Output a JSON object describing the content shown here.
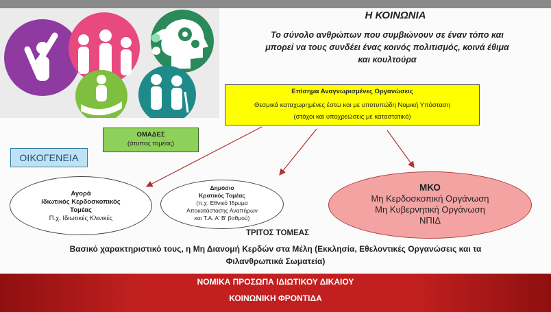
{
  "title": "Η ΚΟΙΝΩΝΙΑ",
  "subtitle_lines": [
    "Το σύνολο ανθρώπων που συμβιώνουν σε έναν τόπο και",
    "μπορεί να τους συνδέει ένας κοινός πολιτισμός, κοινά έθιμα",
    "και κουλτούρα"
  ],
  "recognized_orgs": {
    "title": "Επίσημα Αναγνωρισμένες Οργανώσεις",
    "line1": "Θεσμικά καταχωρημένες έστω και με υποτυπώδη Νομική Υπόσταση",
    "line2": "(στόχοι και υποχρεώσεις με καταστατικό)"
  },
  "groups": {
    "title": "ΟΜΑΔΕΣ",
    "subtitle": "(άτυπος τομέας)"
  },
  "family": "ΟΙΚΟΓΕΝΕΙΑ",
  "market": {
    "line1": "Αγορά",
    "line2": "Ιδιωτικός Κερδοσκοπικός",
    "line3": "Τομέας",
    "line4": "Π.χ. Ιδιωτικές Κλινικές"
  },
  "public": {
    "line1": "Δημόσιο",
    "line2": "Κρατικός Τομέας",
    "line3": "(π.χ. Εθνικό Ίδρυμα",
    "line4": "Αποκατάστασης Αναπήρων",
    "line5": "και Τ.Α. Α' Β' βαθμού)"
  },
  "mko": {
    "line1": "ΜΚΟ",
    "line2": "Μη Κερδοσκοπική Οργάνωση",
    "line3": "Μη Κυβερνητική Οργάνωση",
    "line4": "ΝΠΙΔ"
  },
  "third_sector": "ΤΡΙΤΟΣ ΤΟΜΕΑΣ",
  "basic_characteristic": {
    "line1": "Βασικό χαρακτηριστικό τους, η Μη Διανομή Κερδών στα Μέλη (Εκκλησία, Εθελοντικές Οργανώσεις και τα",
    "line2": "Φιλανθρωπικά Σωματεία)"
  },
  "banner": {
    "line1": "ΝΟΜΙΚΑ ΠΡΟΣΩΠΑ ΙΔΙΩΤΙΚΟΥ ΔΙΚΑΙΟΥ",
    "line2": "ΚΟΙΝΩΝΙΚΗ ΦΡΟΝΤΙΔΑ"
  },
  "colors": {
    "yellow_box": "#ffff00",
    "green_box": "#8dd05a",
    "family_box": "#bfe1f1",
    "mko_ellipse": "#f4a3a3",
    "banner": "#c22020",
    "arrow": "#b03030"
  },
  "illustration": {
    "icons": [
      "checkmark-person-icon",
      "family-icon",
      "head-gears-icon",
      "pills-icon",
      "care-hands-icon",
      "elderly-couple-icon"
    ]
  }
}
